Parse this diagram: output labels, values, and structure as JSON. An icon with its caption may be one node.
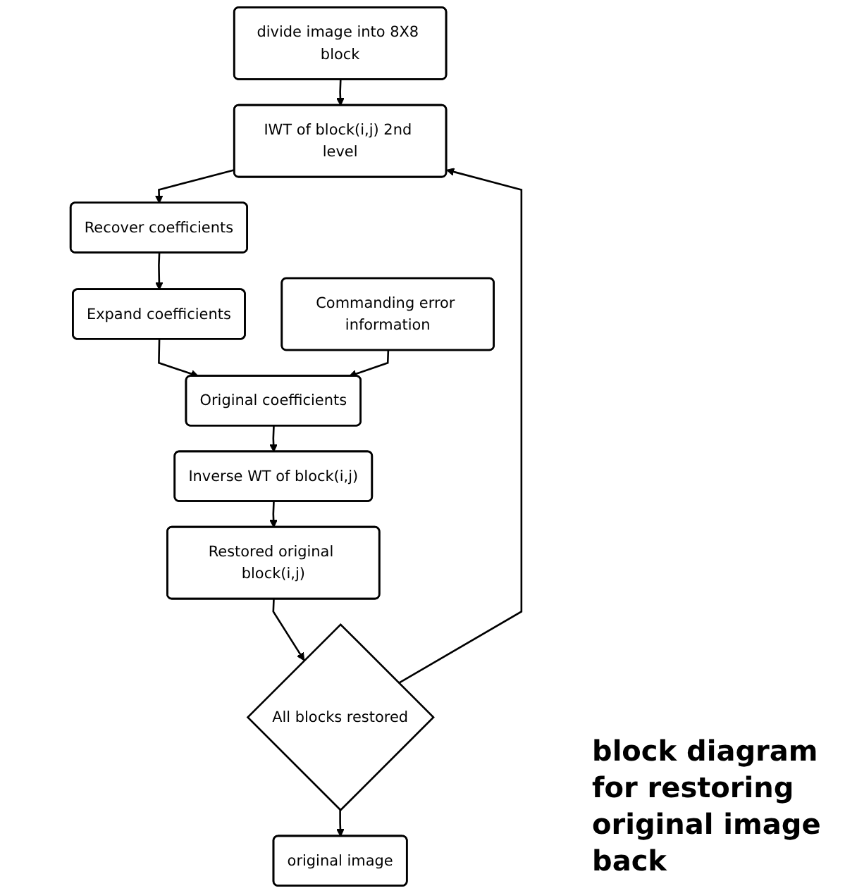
{
  "diagram": {
    "caption": "block diagram for restoring original image back",
    "nodes": [
      {
        "text": [
          "divide image into 8X8 block"
        ]
      },
      {
        "text": [
          "IWT of block(i,j) 2nd level"
        ]
      },
      {
        "text": [
          "Recover coefficients"
        ]
      },
      {
        "text": [
          "Expand coefficients"
        ]
      },
      {
        "text": [
          "Original coefficients"
        ]
      },
      {
        "text": [
          "Commanding error information"
        ]
      },
      {
        "text": [
          "Inverse WT of block(i,j)"
        ]
      },
      {
        "text": [
          "Restored original block(i,j)"
        ]
      },
      {
        "text": [
          "All blocks restored"
        ]
      },
      {
        "text": [
          "original image"
        ]
      }
    ],
    "edges": [
      {
        "from": 0,
        "to": 1,
        "arrow": "to"
      },
      {
        "from": 1,
        "to": 2,
        "arrow": "to"
      },
      {
        "from": 2,
        "to": 3,
        "arrow": "to"
      },
      {
        "from": 3,
        "to": 4,
        "arrow": "to"
      },
      {
        "from": 5,
        "to": 4,
        "arrow": "to"
      },
      {
        "from": 4,
        "to": 6,
        "arrow": "to"
      },
      {
        "from": 6,
        "to": 7,
        "arrow": "to"
      },
      {
        "from": 7,
        "to": 8,
        "arrow": "to"
      },
      {
        "from": 8,
        "to": 1,
        "arrow": "to"
      },
      {
        "from": 8,
        "to": 9,
        "arrow": "to"
      }
    ]
  }
}
